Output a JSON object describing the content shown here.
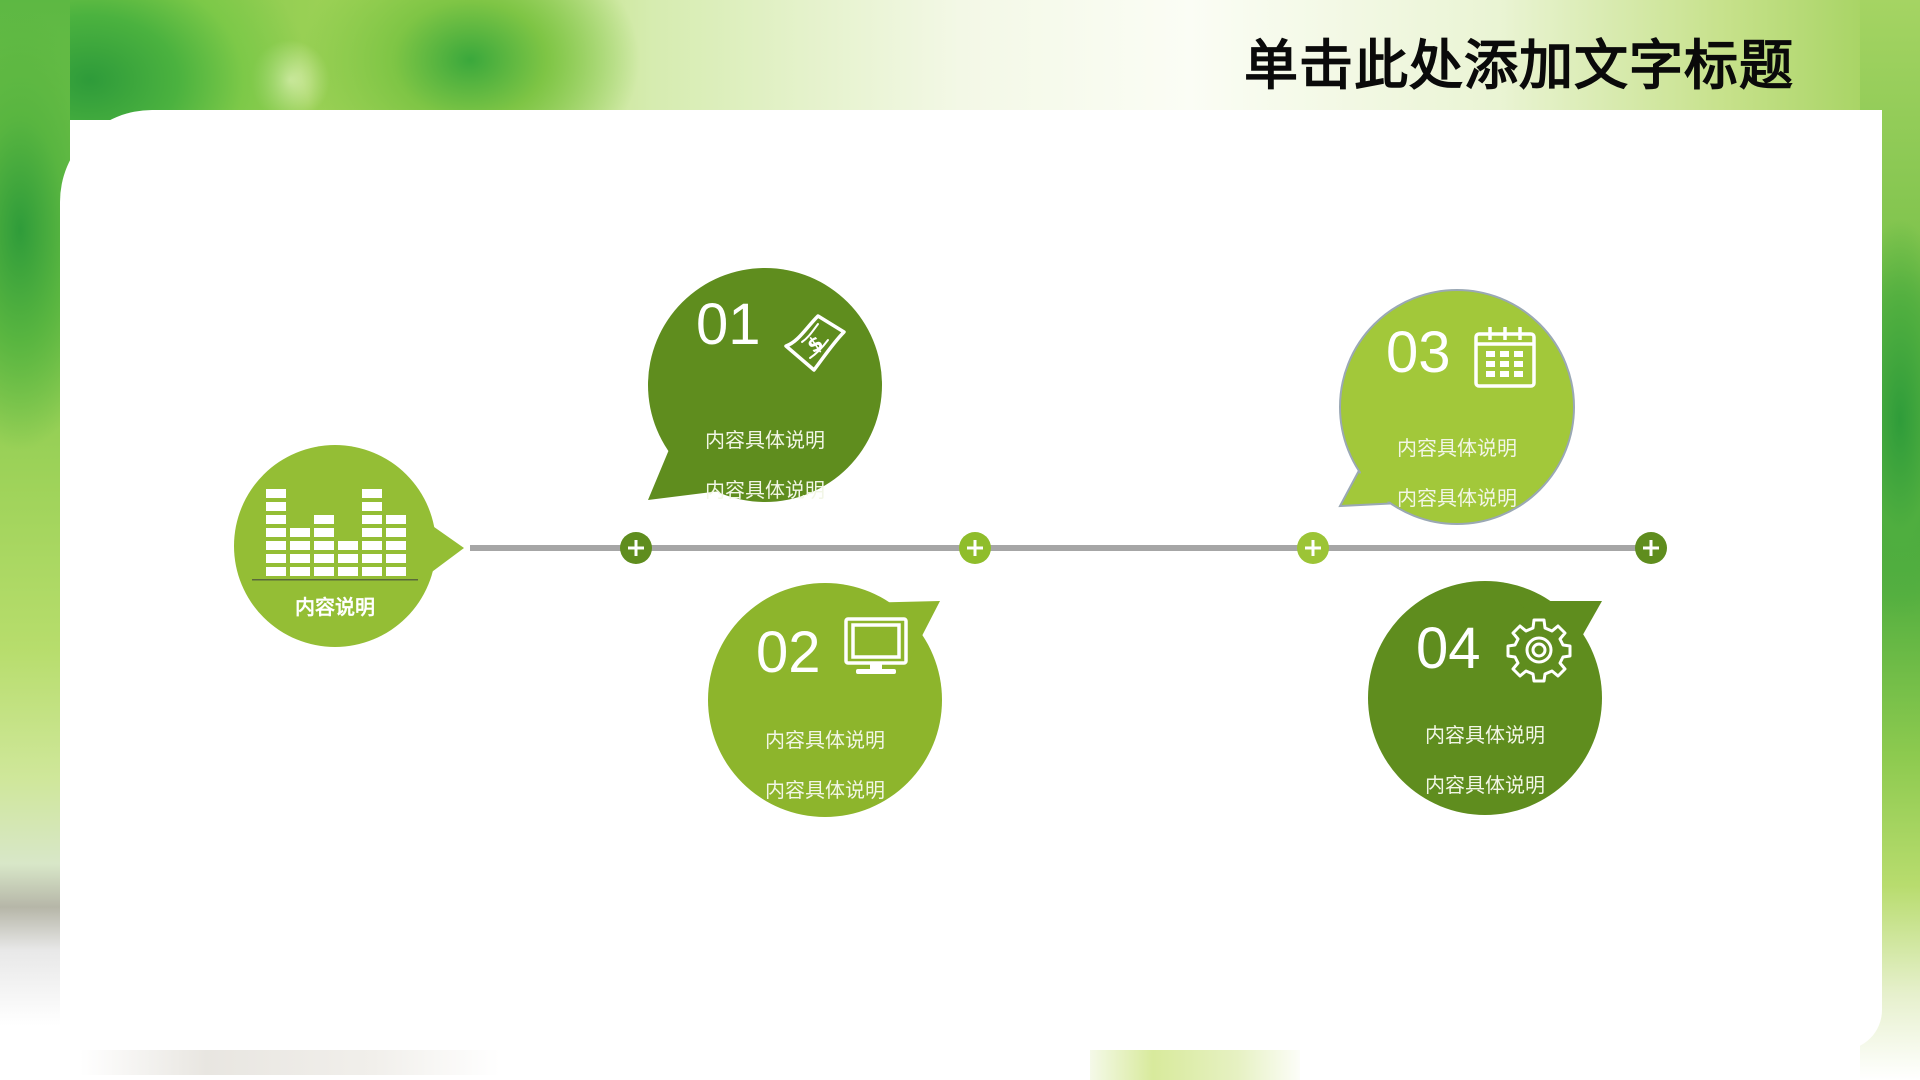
{
  "slide": {
    "title": "单击此处添加文字标题"
  },
  "colors": {
    "dark_green": "#5f8d1e",
    "mid_green": "#8db52c",
    "light_green": "#a2c83a",
    "left_circle": "#94be35",
    "timeline_gray": "#a6a6a6",
    "title_black": "#0a0a0a"
  },
  "summary": {
    "label": "内容说明",
    "icon": "equalizer-bars-icon"
  },
  "timeline": {
    "nodes": [
      {
        "id": 1,
        "icon": "plus-icon",
        "color": "#5f8d1e"
      },
      {
        "id": 2,
        "icon": "plus-icon",
        "color": "#8fbd2b"
      },
      {
        "id": 3,
        "icon": "plus-icon",
        "color": "#9cc436"
      },
      {
        "id": 4,
        "icon": "plus-icon",
        "color": "#5f8d1e"
      }
    ]
  },
  "steps": [
    {
      "number": "01",
      "icon": "money-bill-icon",
      "line1": "内容具体说明",
      "line2": "内容具体说明",
      "color": "#5f8d1e"
    },
    {
      "number": "02",
      "icon": "monitor-icon",
      "line1": "内容具体说明",
      "line2": "内容具体说明",
      "color": "#8db52c"
    },
    {
      "number": "03",
      "icon": "calendar-icon",
      "line1": "内容具体说明",
      "line2": "内容具体说明",
      "color": "#a2c83a"
    },
    {
      "number": "04",
      "icon": "gear-icon",
      "line1": "内容具体说明",
      "line2": "内容具体说明",
      "color": "#5f8d1e"
    }
  ]
}
